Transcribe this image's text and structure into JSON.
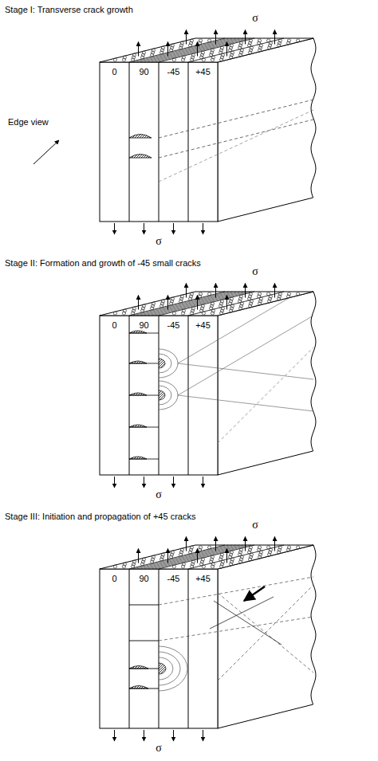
{
  "diagram": {
    "labels": [
      "Stage I: Transverse crack growth",
      "σ",
      "0",
      "90",
      "-45",
      "+45",
      "Edge view",
      "σ",
      "Stage II: Formation and growth of -45 small cracks",
      "σ",
      "0",
      "90",
      "-45",
      "+45",
      "σ",
      "Stage III: Initiation and propagation of +45 cracks",
      "σ",
      "0",
      "90",
      "-45",
      "+45",
      "σ"
    ]
  }
}
